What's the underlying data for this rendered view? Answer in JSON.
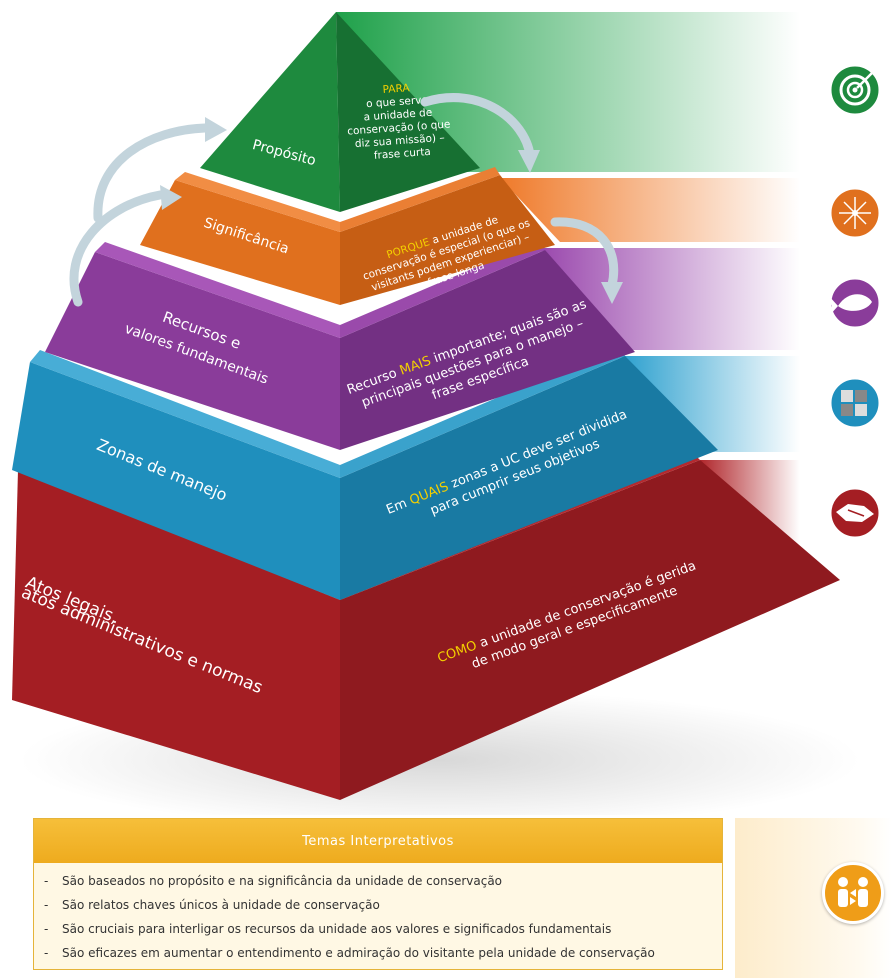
{
  "pyramid": {
    "proposito": {
      "title": "Propósito",
      "keyword": "PARA",
      "lines": [
        "o que serve",
        "a unidade de",
        "conservação (o que",
        "diz sua missão) –",
        "frase curta"
      ]
    },
    "significancia": {
      "title": "Significância",
      "keyword": "PORQUE",
      "rest_first": " a unidade de",
      "lines": [
        "conservação é especial (o que os",
        "visitants podem experienciar) –",
        "frase longa"
      ]
    },
    "recursos": {
      "title_lines": [
        "Recursos e",
        "valores fundamentais"
      ],
      "prefix": "Recurso ",
      "keyword": "MAIS",
      "rest_first": " importante; quais são as",
      "lines": [
        "principais questões para o manejo –",
        "frase específica"
      ]
    },
    "zonas": {
      "title": "Zonas de manejo",
      "prefix": "Em ",
      "keyword": "QUAIS",
      "rest_first": " zonas a UC deve ser dividida",
      "lines": [
        "para  cumprir seus objetivos"
      ]
    },
    "atos": {
      "title_lines": [
        "Atos legais,",
        "atos administrativos e normas"
      ],
      "keyword": "COMO",
      "rest_first": " a unidade de conservação é gerida",
      "lines": [
        "de modo geral e especificamente"
      ]
    }
  },
  "side_icons": [
    "target-icon",
    "starburst-icon",
    "fish-icon",
    "puzzle-icon",
    "handshake-icon"
  ],
  "themes": {
    "header": "Temas Interpretativos",
    "items": [
      "São baseados no propósito e na significância da unidade de conservação",
      "São relatos chaves únicos à unidade de conservação",
      "São cruciais para interligar os recursos da unidade aos valores e significados fundamentais",
      "São eficazes em aumentar o entendimento e admiração do visitante pela unidade de conservação"
    ],
    "icon": "people-arrows-icon"
  },
  "colors": {
    "proposito": "#1e8a3e",
    "significancia": "#e0701e",
    "recursos": "#8a3c9a",
    "zonas": "#1f8fbd",
    "atos": "#a41e23",
    "keyword": "#f4d000",
    "themes_header": "#f2b42c"
  }
}
